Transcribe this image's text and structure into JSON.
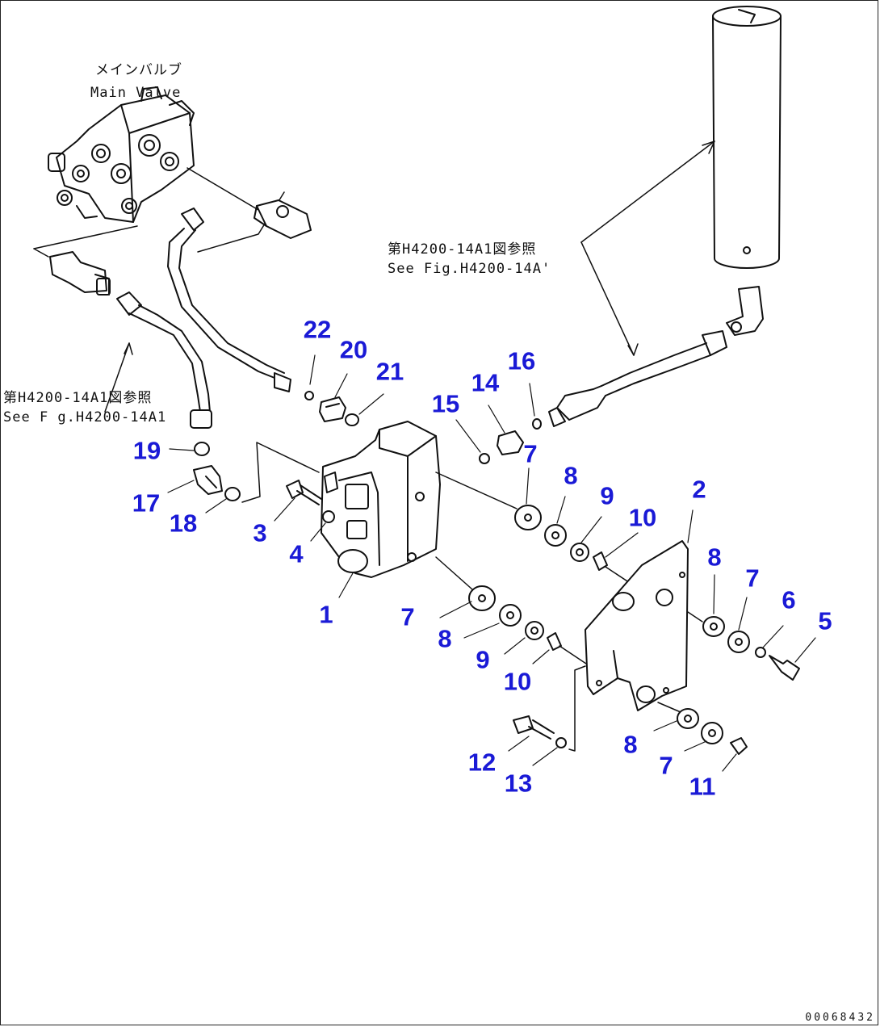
{
  "labels": {
    "main_valve_jp": "メインバルブ",
    "main_valve_en": "Main Valve",
    "ref_upper_jp": "第H4200-14A1図参照",
    "ref_upper_en": "See Fig.H4200-14A'",
    "ref_left_jp": "第H4200-14A1図参照",
    "ref_left_en": "See F g.H4200-14A1"
  },
  "drawing_number": "00068432",
  "callouts": [
    "22",
    "20",
    "21",
    "16",
    "14",
    "15",
    "7",
    "19",
    "17",
    "18",
    "3",
    "4",
    "8",
    "9",
    "10",
    "2",
    "1",
    "7",
    "8",
    "9",
    "10",
    "8",
    "7",
    "6",
    "5",
    "8",
    "7",
    "11",
    "12",
    "13"
  ]
}
